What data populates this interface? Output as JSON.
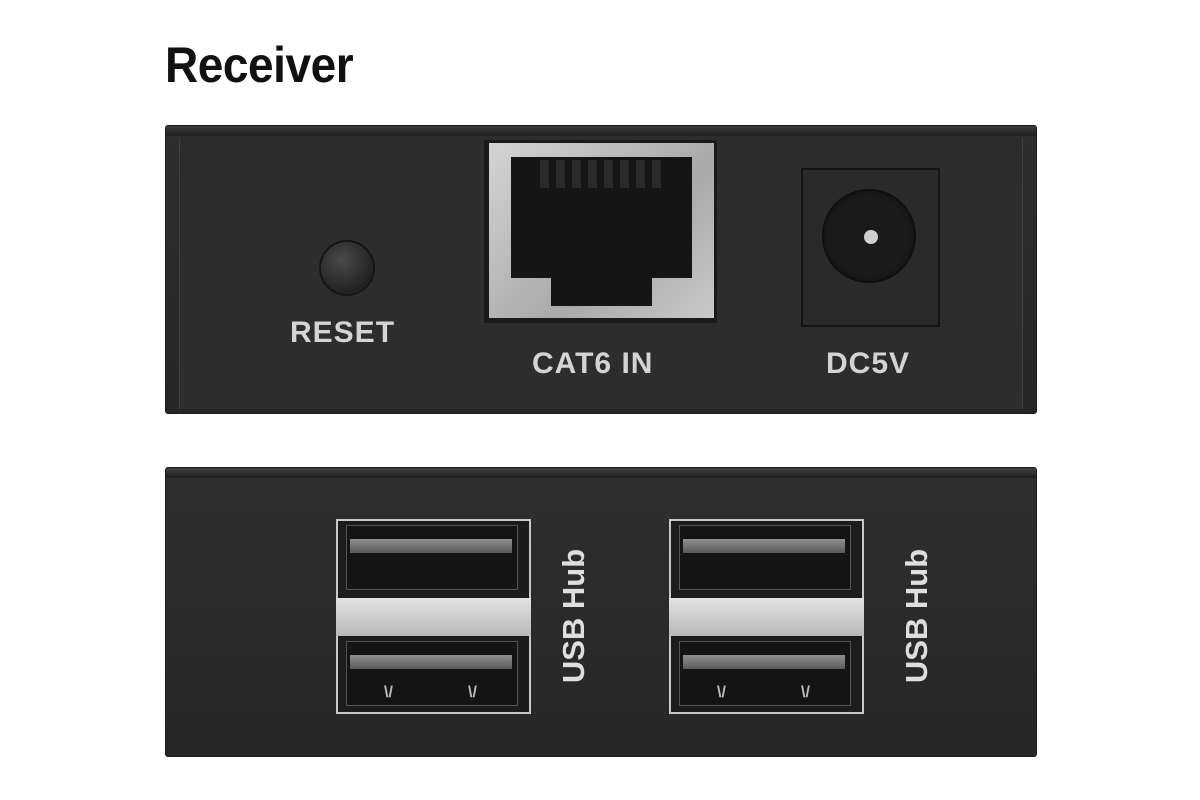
{
  "title": "Receiver",
  "front": {
    "reset_label": "RESET",
    "cat6_label": "CAT6 IN",
    "dc_label": "DC5V"
  },
  "back": {
    "usb_label_1": "USB Hub",
    "usb_label_2": "USB Hub"
  },
  "colors": {
    "panel": "#2b2b2b",
    "label": "#d4d4d4",
    "metal": "#c0c0c0"
  }
}
